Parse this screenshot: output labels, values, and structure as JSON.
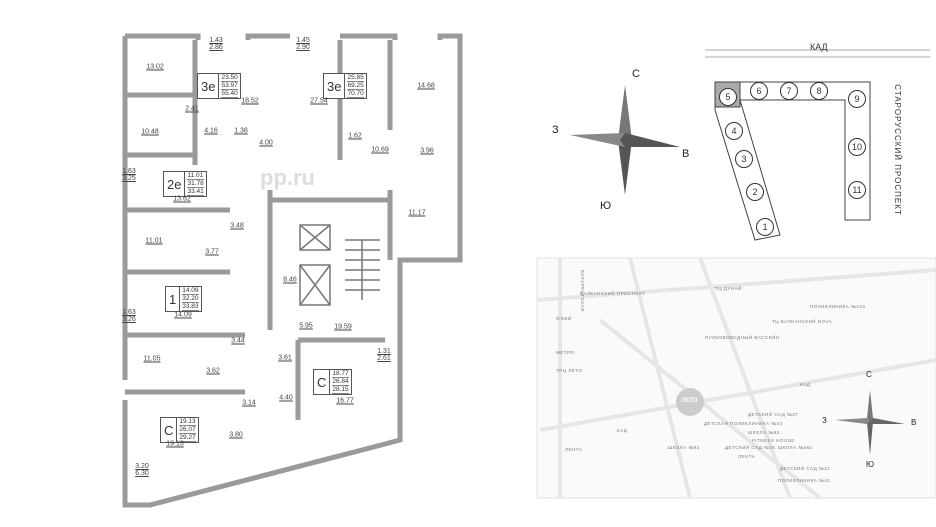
{
  "floor_plan": {
    "apartments": [
      {
        "type": "3е",
        "areas": [
          "23.50",
          "53.97",
          "55.40"
        ]
      },
      {
        "type": "3е",
        "areas": [
          "25.85",
          "69.25",
          "70.70"
        ]
      },
      {
        "type": "2е",
        "areas": [
          "11.01",
          "31.78",
          "33.41"
        ]
      },
      {
        "type": "1",
        "areas": [
          "14.09",
          "32.20",
          "33.83"
        ]
      },
      {
        "type": "С",
        "areas": [
          "18.77",
          "26.84",
          "28.15"
        ]
      },
      {
        "type": "С",
        "areas": [
          "19.13",
          "26.07",
          "29.27"
        ]
      }
    ],
    "rooms": [
      "13.02",
      "18.52",
      "27.54",
      "14.68",
      "2.41",
      "10.48",
      "4.16",
      "1.38",
      "4.00",
      "1.62",
      "10.69",
      "3.96",
      "13.62",
      "11.17",
      "3.48",
      "11.01",
      "3.77",
      "8.46",
      "14.09",
      "5.95",
      "19.59",
      "3.44",
      "11.05",
      "3.61",
      "3.62",
      "16.77",
      "3.14",
      "4.40",
      "3.80",
      "19.13"
    ],
    "balconies": [
      [
        "1.43",
        "2.86"
      ],
      [
        "1.45",
        "2.90"
      ],
      [
        "1.63",
        "3.25"
      ],
      [
        "1.63",
        "3.26"
      ],
      [
        "1.31",
        "2.61"
      ],
      [
        "3.20",
        "6.30"
      ]
    ]
  },
  "site_plan": {
    "road": "КАД",
    "street": "СТАРОРУССКИЙ ПРОСПЕКТ",
    "sections": [
      "1",
      "2",
      "3",
      "4",
      "5",
      "6",
      "7",
      "8",
      "9",
      "10",
      "11"
    ]
  },
  "compass": {
    "n": "С",
    "s": "Ю",
    "w": "З",
    "e": "В"
  },
  "map": {
    "labels": [
      "ТЦ ДУНАЙ",
      "ПОЛИКЛИНИКА №104",
      "ТЦ БАЛКАНСКИЙ NOVA",
      "ПУЛКОВОВОДНЫЙ БАССЕЙН",
      "О'КЕЙ",
      "МЕТРО",
      "ТРЦ ЛЕТО",
      "ДЕТСКИЙ САД №37",
      "ДЕТСКАЯ ПОЛИКЛИНИКА №44",
      "ШКОЛА №93",
      "FITNESS HOUSE",
      "ШКОЛА №93",
      "ДЕТСКИЙ САД №48",
      "ШКОЛА №461",
      "ЛЕНТА",
      "ДЕТСКИЙ САД №21",
      "ПОЛИКЛИНИКА №41",
      "ЛЕНТА",
      "БУХАРЕСТСКАЯ",
      "КАД",
      "КАД",
      "БАЛКАНСКИЙ ПРОСПЕКТ"
    ],
    "logo": "ЛЕТО"
  },
  "compass2": {
    "n": "С",
    "s": "Ю",
    "w": "З",
    "e": "В"
  },
  "watermark": "pp.ru"
}
